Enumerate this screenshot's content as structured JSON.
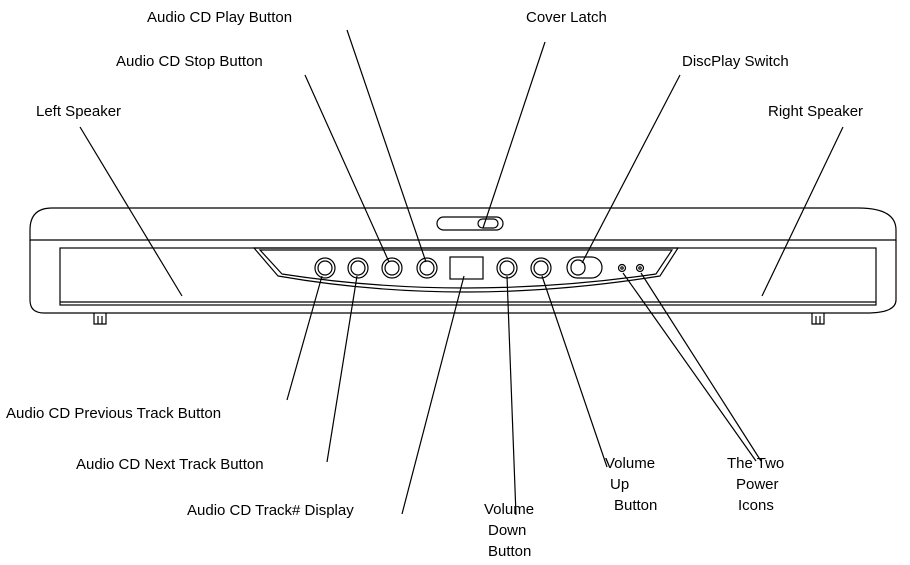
{
  "diagram": {
    "labels": {
      "play": "Audio CD Play  Button",
      "latch": "Cover Latch",
      "stop": "Audio CD Stop Button",
      "discplay": "DiscPlay Switch",
      "left_speaker": "Left Speaker",
      "right_speaker": "Right Speaker",
      "prev": "Audio CD Previous Track Button",
      "next": "Audio CD Next Track Button",
      "display": "Audio CD Track# Display",
      "vol_down_1": "Volume",
      "vol_down_2": "Down",
      "vol_down_3": "Button",
      "vol_up_1": "Volume",
      "vol_up_2": "Up",
      "vol_up_3": "Button",
      "power_1": "The Two",
      "power_2": "Power",
      "power_3": "Icons"
    },
    "colors": {
      "stroke": "#000000",
      "background": "#ffffff"
    }
  }
}
